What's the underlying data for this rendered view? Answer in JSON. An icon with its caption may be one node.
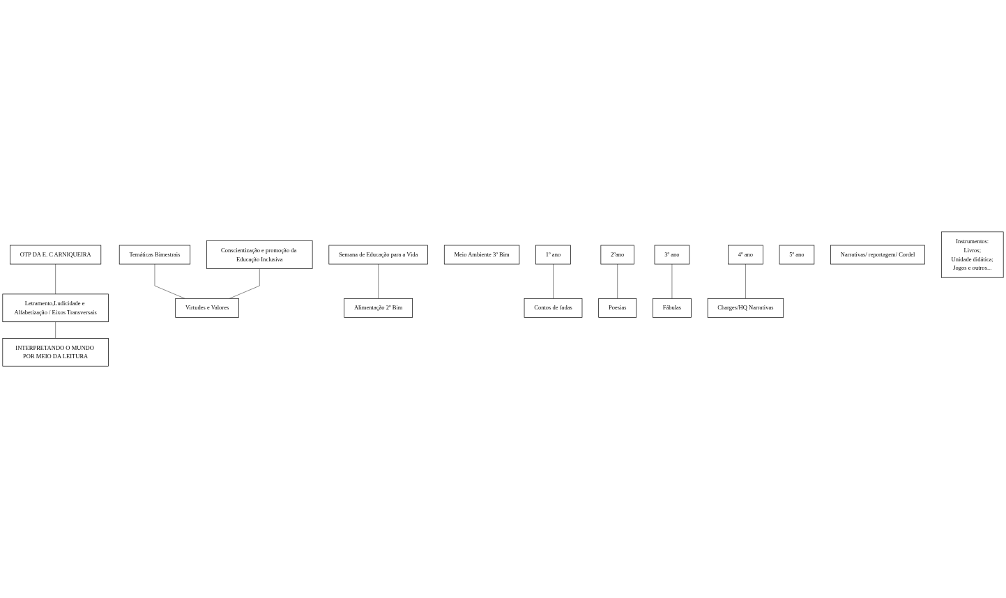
{
  "diagram": {
    "nodes": [
      {
        "text": [
          "OTP DA E. C ARNIQUEIRA"
        ]
      },
      {
        "text": [
          "Letramento,Ludicidade e Alfabetização / Eixos Transversais"
        ]
      },
      {
        "text": [
          "INTERPRETANDO O MUNDO POR MEIO DA LEITURA"
        ]
      },
      {
        "text": [
          "Temáticas Bimestrais"
        ]
      },
      {
        "text": [
          "Conscientização e promoção da Educação Inclusiva"
        ]
      },
      {
        "text": [
          "Semana de Educação para a Vida"
        ]
      },
      {
        "text": [
          "Virtudes e Valores"
        ]
      },
      {
        "text": [
          "Alimentação 2º Bim"
        ]
      },
      {
        "text": [
          "Meio Ambiente 3º Bim"
        ]
      },
      {
        "text": [
          "1º ano"
        ]
      },
      {
        "text": [
          "Contos de fadas"
        ]
      },
      {
        "text": [
          "2ºano"
        ]
      },
      {
        "text": [
          "Poesias"
        ]
      },
      {
        "text": [
          "3º ano"
        ]
      },
      {
        "text": [
          "Fábulas"
        ]
      },
      {
        "text": [
          "4º ano"
        ]
      },
      {
        "text": [
          "Charges/HQ Narrativas"
        ]
      },
      {
        "text": [
          "5º ano"
        ]
      },
      {
        "text": [
          "Narrativas/ reportagem/ Cordel"
        ]
      },
      {
        "text": [
          "Instrumentos:",
          "Livros;",
          "Unidade didática;",
          "Jogos e outros..."
        ]
      }
    ],
    "edges": [
      {
        "from": 0,
        "to": 1,
        "arrow": "none"
      },
      {
        "from": 1,
        "to": 2,
        "arrow": "none"
      },
      {
        "from": 3,
        "to": 6,
        "arrow": "none"
      },
      {
        "from": 4,
        "to": 6,
        "arrow": "none"
      },
      {
        "from": 5,
        "to": 7,
        "arrow": "none"
      },
      {
        "from": 9,
        "to": 10,
        "arrow": "none"
      },
      {
        "from": 11,
        "to": 12,
        "arrow": "none"
      },
      {
        "from": 13,
        "to": 14,
        "arrow": "none"
      },
      {
        "from": 15,
        "to": 16,
        "arrow": "none"
      }
    ]
  }
}
